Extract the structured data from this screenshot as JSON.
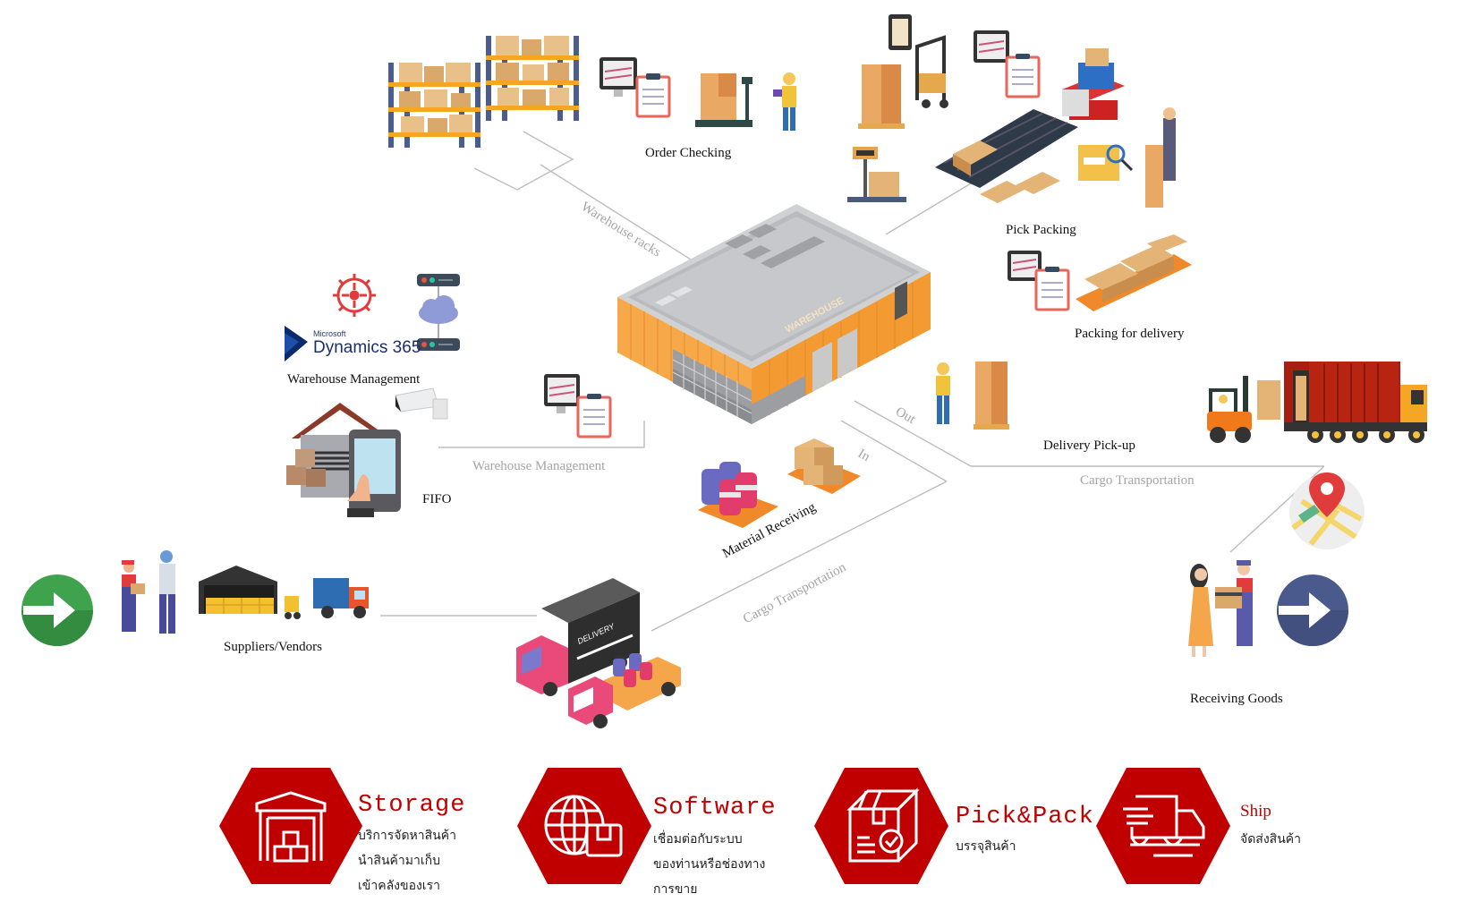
{
  "diagram": {
    "labels": {
      "order_checking": "Order Checking",
      "warehouse_racks": "Warehouse racks",
      "pick_packing": "Pick Packing",
      "packing_for_delivery": "Packing for delivery",
      "warehouse_management_top": "Warehouse Management",
      "fifo": "FIFO",
      "warehouse_management_line": "Warehouse Management",
      "out": "Out",
      "in": "In",
      "delivery_pickup": "Delivery Pick-up",
      "cargo_transportation_right": "Cargo Transportation",
      "material_receiving": "Material Receiving",
      "cargo_transportation_left": "Cargo Transportation",
      "suppliers_vendors": "Suppliers/Vendors",
      "receiving_goods": "Receiving Goods",
      "warehouse_sign": "WAREHOUSE",
      "truck_sign": "DELIVERY"
    },
    "logo": {
      "vendor": "Microsoft",
      "product": "Dynamics 365"
    },
    "colors": {
      "accent_red": "#c00000",
      "warehouse_orange": "#f7a94a",
      "start_green": "#3fa34d",
      "end_navy": "#4a5a8c",
      "connector_gray": "#bdbdbd"
    }
  },
  "services": [
    {
      "title": "Storage",
      "icon": "warehouse-icon",
      "desc": [
        "บริการจัดหาสินค้า",
        "นำสินค้ามาเก็บ",
        "เข้าคลังของเรา"
      ]
    },
    {
      "title": "Software",
      "icon": "globe-box-icon",
      "desc": [
        "เชื่อมต่อกับระบบ",
        "ของท่านหรือช่องทาง",
        "การขาย"
      ]
    },
    {
      "title": "Pick&Pack",
      "icon": "package-check-icon",
      "desc": [
        "บรรจุสินค้า"
      ]
    },
    {
      "title": "Ship",
      "icon": "delivery-truck-icon",
      "desc": [
        "จัดส่งสินค้า"
      ]
    }
  ]
}
